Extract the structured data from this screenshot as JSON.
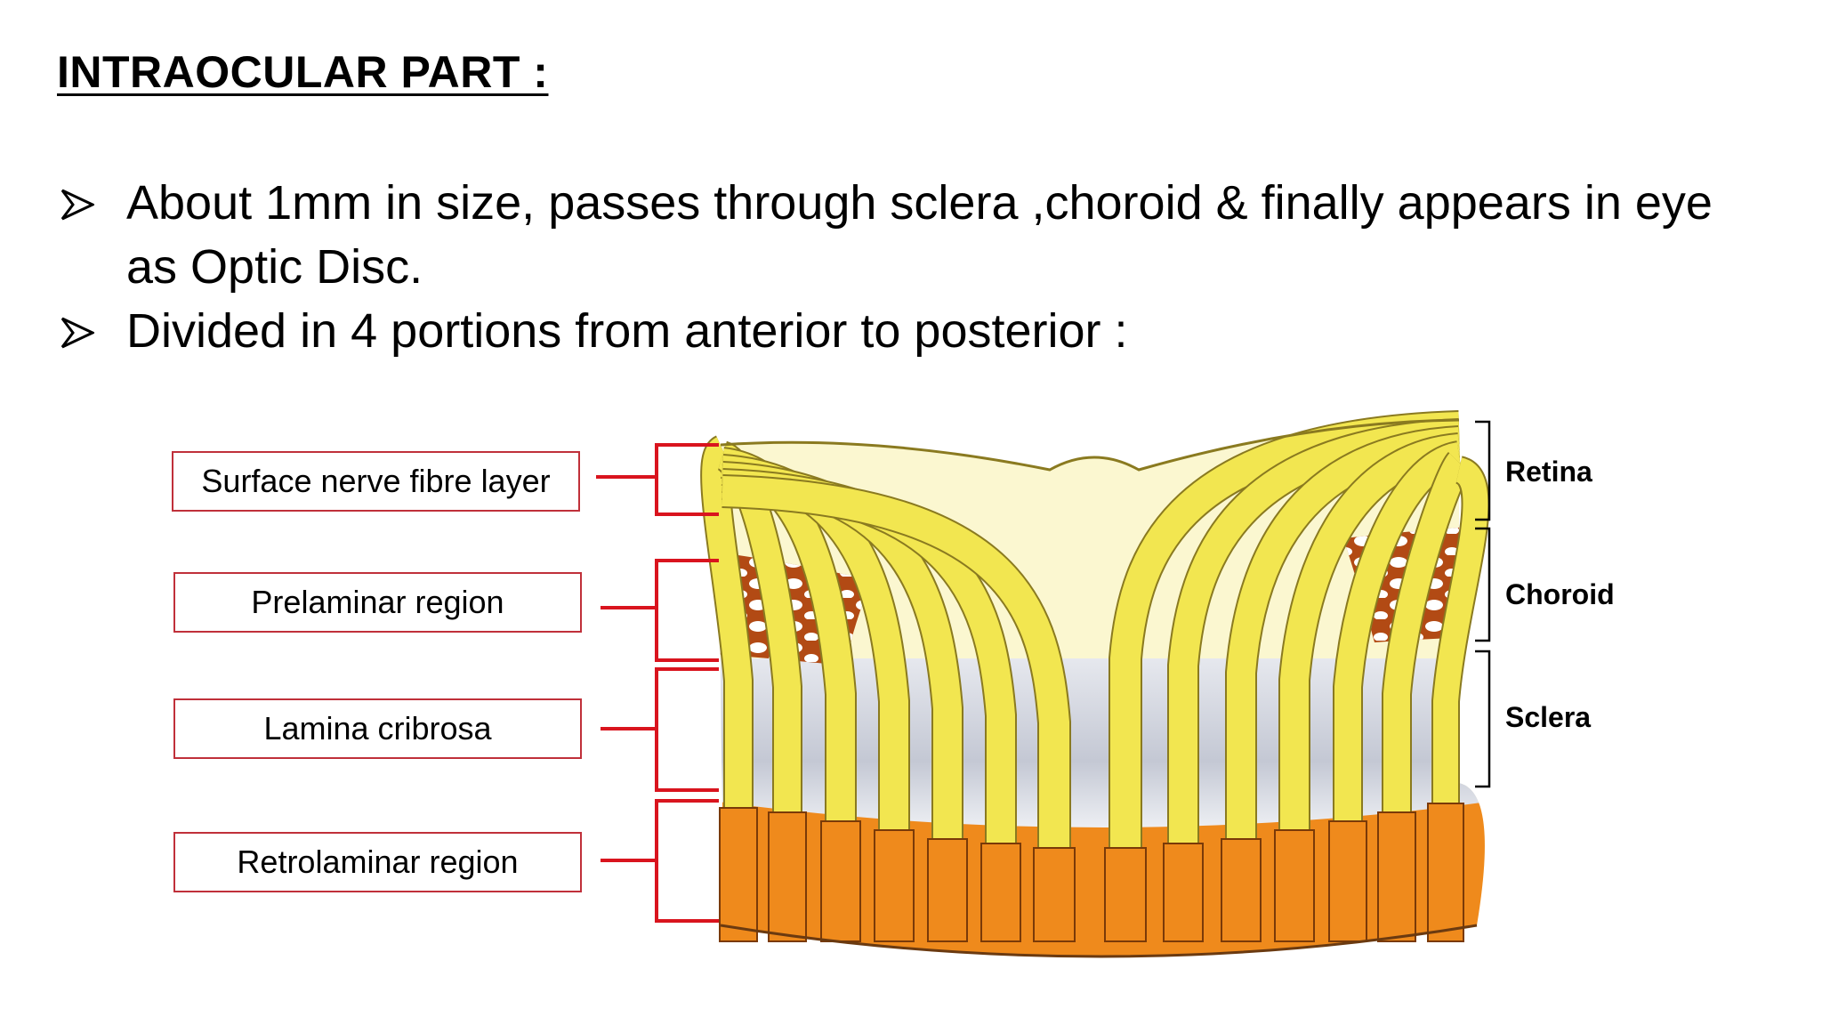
{
  "title": "INTRAOCULAR PART :",
  "bullets": [
    "About 1mm in size, passes through sclera ,choroid & finally appears in eye as Optic Disc.",
    "Divided in 4 portions from anterior to posterior :"
  ],
  "region_labels": [
    "Surface nerve fibre layer",
    "Prelaminar region",
    "Lamina cribrosa",
    "Retrolaminar region"
  ],
  "layer_labels": [
    "Retina",
    "Choroid",
    "Sclera"
  ],
  "colors": {
    "accent_red": "#d9141e",
    "box_border": "#c0303a",
    "nerve_fibre_yellow": "#f2e650",
    "nerve_fibre_outline": "#8a7a20",
    "retrolaminar_orange": "#ef8a1c",
    "choroid_brown": "#b24a14",
    "sclera_grey": "#cfd3dd"
  }
}
